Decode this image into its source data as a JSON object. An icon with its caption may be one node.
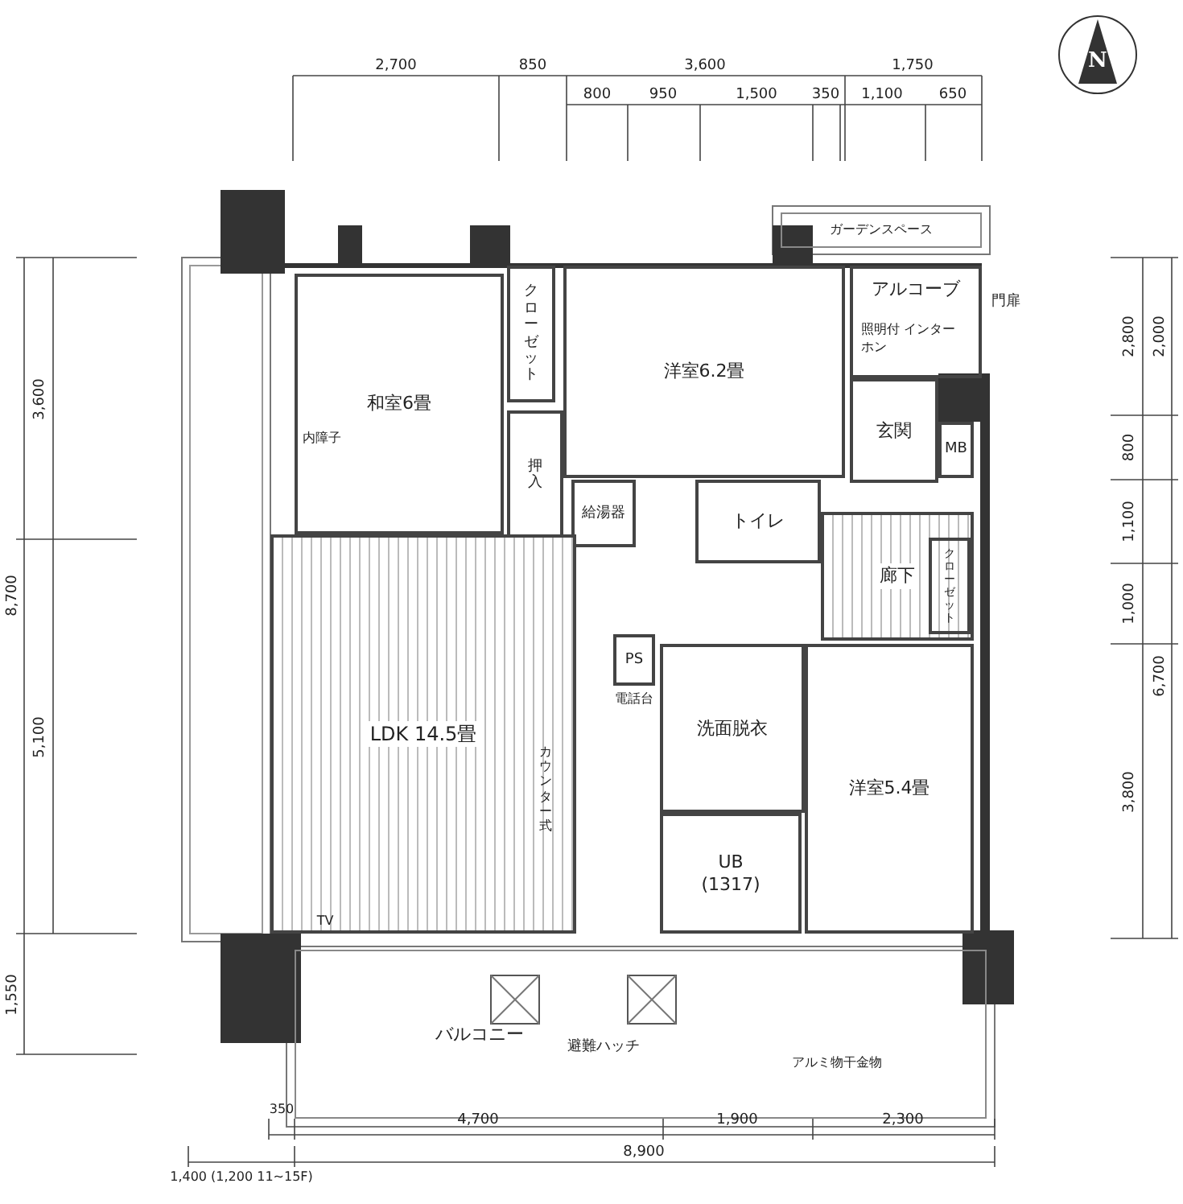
{
  "diagram": {
    "nodes": [
      {
        "text": [
          "和室6畳"
        ]
      },
      {
        "text": [
          "クローゼット"
        ]
      },
      {
        "text": [
          "押入"
        ]
      },
      {
        "text": [
          "洋室6.2畳"
        ]
      },
      {
        "text": [
          "ガーデンスペース"
        ]
      },
      {
        "text": [
          "アルコーブ"
        ]
      },
      {
        "text": [
          "MB"
        ]
      },
      {
        "text": [
          "玄関"
        ]
      },
      {
        "text": [
          "給湯器"
        ]
      },
      {
        "text": [
          "トイレ"
        ]
      },
      {
        "text": [
          "廊下"
        ]
      },
      {
        "text": [
          "クローゼット"
        ],
        "in": 10
      },
      {
        "text": [
          "LDK 14.5畳"
        ]
      },
      {
        "text": [
          "PS"
        ]
      },
      {
        "text": [
          "洗面脱衣"
        ]
      },
      {
        "text": [
          "洋室5.4畳"
        ]
      },
      {
        "text": [
          "UB (1317)"
        ]
      },
      {
        "text": [
          "バルコニー"
        ]
      }
    ],
    "edges": [],
    "labels": [
      "2,700",
      "850",
      "3,600",
      "1,750",
      "N",
      "800",
      "950",
      "1,500",
      "350",
      "1,100",
      "650",
      "内障子",
      "照明付 インターホン",
      "門扉",
      "電話台",
      "カウンター式",
      "TV",
      "避難ハッチ",
      "アルミ物干金物",
      "3,600",
      "8,700",
      "5,100",
      "1,550",
      "2,800",
      "2,000",
      "800",
      "1,100",
      "1,000",
      "3,800",
      "6,700",
      "350",
      "4,700",
      "1,900",
      "2,300",
      "1,400 (1,200 11~15F)",
      "8,900"
    ]
  }
}
